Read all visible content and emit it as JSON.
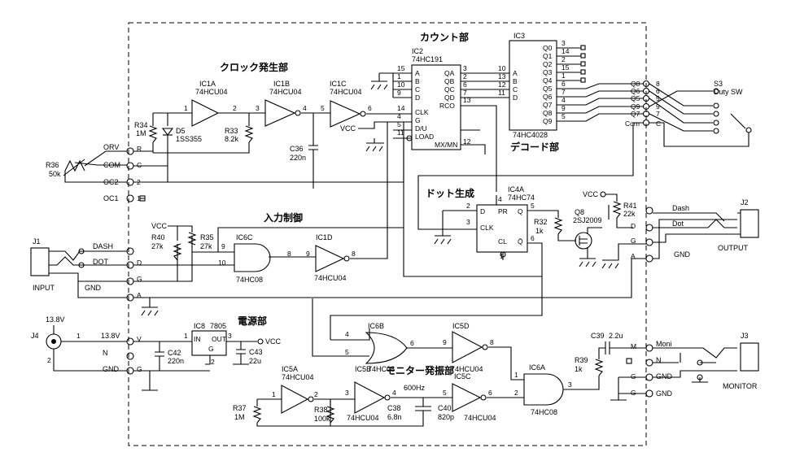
{
  "sections": {
    "counter": "カウント部",
    "clock": "クロック発生部",
    "decoder": "デコード部",
    "dot": "ドット生成",
    "input_ctrl": "入力制御",
    "power": "電源部",
    "monitor_osc": "モニター発振部"
  },
  "components": {
    "ic1a": "IC1A",
    "ic1a_p": "74HCU04",
    "ic1b": "IC1B",
    "ic1b_p": "74HCU04",
    "ic1c": "IC1C",
    "ic1c_p": "74HCU04",
    "ic1d": "IC1D",
    "ic1d_p": "74HCU04",
    "ic2": "IC2",
    "ic2_p": "74HC191",
    "ic3": "IC3",
    "ic3_p": "74HC4028",
    "ic4a": "IC4A",
    "ic4a_p": "74HC74",
    "ic5a": "IC5A",
    "ic5a_p": "74HCU04",
    "ic5b": "IC5B",
    "ic5b_p": "74HCU04",
    "ic5c": "IC5C",
    "ic5c_p": "74HCU04",
    "ic5d": "IC5D",
    "ic5d_p": "74HCU04",
    "ic6a": "IC6A",
    "ic6a_p": "74HC08",
    "ic6b": "IC6B",
    "ic6b_p": "74HC08",
    "ic6c": "IC6C",
    "ic6c_p": "74HC08",
    "ic8": "IC8",
    "ic8_p": "7805",
    "ic8_in": "IN",
    "ic8_out": "OUT",
    "ic8_g": "G",
    "r34": "R34",
    "r34_v": "1M",
    "d5": "D5",
    "d5_p": "1SS355",
    "r33": "R33",
    "r33_v": "8.2k",
    "c36": "C36",
    "c36_v": "220n",
    "r36": "R36",
    "r36_v": "50k",
    "r40": "R40",
    "r40_v": "27k",
    "r35": "R35",
    "r35_v": "27k",
    "r32": "R32",
    "r32_v": "1k",
    "r41": "R41",
    "r41_v": "22k",
    "q8": "Q8",
    "q8_p": "2SJ2009",
    "c39": "C39",
    "c39_v": "2.2u",
    "r39": "R39",
    "r39_v": "1k",
    "c42": "C42",
    "c42_v": "220n",
    "c43": "C43",
    "c43_v": "22u",
    "r37": "R37",
    "r37_v": "1M",
    "r38": "R38",
    "r38_v": "100k",
    "c38": "C38",
    "c38_v": "6.8n",
    "c40": "C40",
    "c40_v": "820p",
    "freq": "600Hz",
    "s3": "S3",
    "s3_p": "Duty SW"
  },
  "connectors": {
    "j1": "J1",
    "j1_desc": "INPUT",
    "j2": "J2",
    "j2_desc": "OUTPUT",
    "j3": "J3",
    "j3_desc": "MONITOR",
    "j4": "J4",
    "j4_v": "13.8V",
    "dash": "DASH",
    "dot": "DOT",
    "gnd": "GND",
    "out_dash": "Dash",
    "out_dot": "Dot",
    "out_gnd": "GND",
    "moni": "Moni",
    "n": "N",
    "mon_gnd1": "GND",
    "mon_gnd2": "GND",
    "orv": "ORV",
    "com": "COM",
    "oc2": "OC2",
    "oc1": "OC1",
    "vcc": "VCC",
    "v138": "13.8V"
  },
  "pins": {
    "ic2_in": [
      "A",
      "B",
      "C",
      "D",
      "CLK",
      "G",
      "D/U",
      "LOAD"
    ],
    "ic2_out": [
      "QA",
      "QB",
      "QC",
      "QD",
      "RCO",
      "MX/MN"
    ],
    "ic3_in": [
      "A",
      "B",
      "C",
      "D"
    ],
    "ic3_out": [
      "Q0",
      "Q1",
      "Q2",
      "Q3",
      "Q4",
      "Q5",
      "Q6",
      "Q7",
      "Q8",
      "Q9"
    ],
    "s3_pos": [
      "Q8",
      "Q6",
      "Q5",
      "Q9",
      "Q7",
      "Com"
    ],
    "ic4a_pins": [
      "D",
      "PR",
      "CLK",
      "CL",
      "Q",
      "Q̄"
    ]
  },
  "nets": {
    "r": "R",
    "c": "C",
    "two": "2",
    "one": "1",
    "v": "V",
    "g": "G",
    "a": "A",
    "d": "D",
    "m": "M"
  }
}
